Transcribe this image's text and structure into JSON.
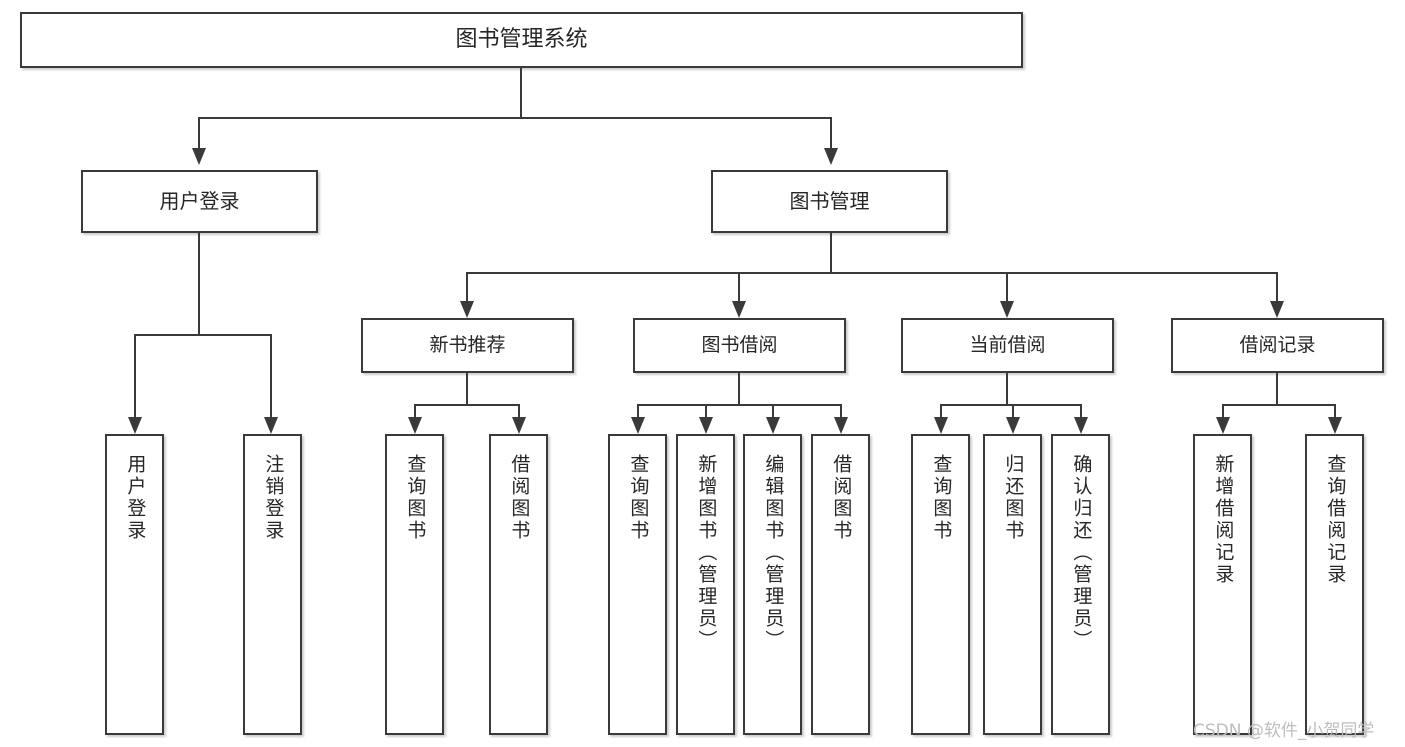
{
  "diagram": {
    "type": "tree-hierarchy",
    "title": "图书管理系统",
    "root": {
      "label": "图书管理系统"
    },
    "level2": [
      {
        "id": "user-login",
        "label": "用户登录"
      },
      {
        "id": "book-management",
        "label": "图书管理"
      }
    ],
    "level3": [
      {
        "id": "new-book-recommend",
        "label": "新书推荐",
        "parent": "book-management"
      },
      {
        "id": "book-borrow",
        "label": "图书借阅",
        "parent": "book-management"
      },
      {
        "id": "current-borrow",
        "label": "当前借阅",
        "parent": "book-management"
      },
      {
        "id": "borrow-record",
        "label": "借阅记录",
        "parent": "book-management"
      }
    ],
    "leaves": [
      {
        "id": "leaf-user-login",
        "label": "用户登录",
        "parent": "user-login"
      },
      {
        "id": "leaf-user-logout",
        "label": "注销登录",
        "parent": "user-login"
      },
      {
        "id": "leaf-query-book-1",
        "label": "查询图书",
        "parent": "new-book-recommend"
      },
      {
        "id": "leaf-borrow-book-1",
        "label": "借阅图书",
        "parent": "new-book-recommend"
      },
      {
        "id": "leaf-query-book-2",
        "label": "查询图书",
        "parent": "book-borrow"
      },
      {
        "id": "leaf-add-book",
        "label": "新增图书（管理员）",
        "parent": "book-borrow"
      },
      {
        "id": "leaf-edit-book",
        "label": "编辑图书（管理员）",
        "parent": "book-borrow"
      },
      {
        "id": "leaf-borrow-book-2",
        "label": "借阅图书",
        "parent": "book-borrow"
      },
      {
        "id": "leaf-query-book-3",
        "label": "查询图书",
        "parent": "current-borrow"
      },
      {
        "id": "leaf-return-book",
        "label": "归还图书",
        "parent": "current-borrow"
      },
      {
        "id": "leaf-confirm-return",
        "label": "确认归还（管理员）",
        "parent": "current-borrow"
      },
      {
        "id": "leaf-add-borrow-record",
        "label": "新增借阅记录",
        "parent": "borrow-record"
      },
      {
        "id": "leaf-query-borrow-record",
        "label": "查询借阅记录",
        "parent": "borrow-record"
      }
    ],
    "colors": {
      "box_border": "#3a3a3a",
      "box_fill": "#ffffff",
      "text": "#262626",
      "connector": "#3a3a3a",
      "watermark": "#bdbdbd",
      "background": "#ffffff"
    }
  },
  "watermark": {
    "text": "CSDN @软件_小贺同学"
  }
}
